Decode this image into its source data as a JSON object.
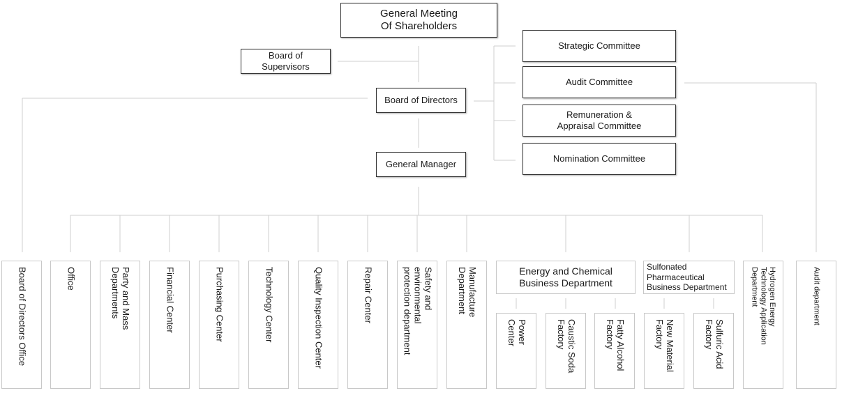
{
  "top": {
    "shareholders": "General Meeting\nOf Shareholders",
    "supervisors": "Board of\nSupervisors",
    "directors": "Board of Directors",
    "manager": "General Manager"
  },
  "committees": [
    "Strategic Committee",
    "Audit Committee",
    "Remuneration &\nAppraisal Committee",
    "Nomination Committee"
  ],
  "departments": {
    "board_office": "Board of Directors Office",
    "office": "Office",
    "party": "Party and Mass\nDepartments",
    "financial": "Financial Center",
    "purchasing": "Purchasing Center",
    "technology": "Technology Center",
    "quality": "Quality Inspection Center",
    "repair": "Repair Center",
    "safety": "Safety and\nenvironmental\nprotection department",
    "manufacture": "Manufacture\nDepartment",
    "energy": "Energy and Chemical\nBusiness Department",
    "sulfonated": "Sulfonated\nPharmaceutical\nBusiness Department",
    "hydrogen": "Hydrogen Energy\nTechnology Application\nDepartment",
    "audit": "Audit department"
  },
  "factories": {
    "power": "Power\nCenter",
    "caustic": "Caustic Soda\nFactory",
    "fatty": "Fatty Alcohol\nFactory",
    "new_material": "New Material\nFactory",
    "sulfuric": "Sulfuric Acid\nFactory"
  }
}
